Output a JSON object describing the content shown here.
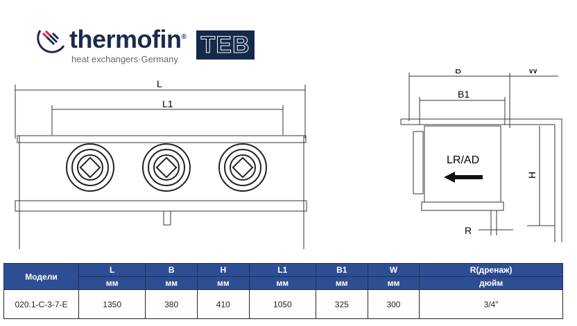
{
  "brand": {
    "name": "thermofin",
    "registered": "®",
    "tagline": "heat exchangers·Germany",
    "partner_logo": "TEB"
  },
  "drawing": {
    "front_labels": {
      "L": "L",
      "L1": "L1"
    },
    "side_labels": {
      "B": "B",
      "B1": "B1",
      "W": "W",
      "H": "H",
      "R": "R",
      "airflow": "LR/AD"
    }
  },
  "table": {
    "headers": [
      "Модели",
      "L",
      "B",
      "H",
      "L1",
      "B1",
      "W",
      "R(дренаж)"
    ],
    "units": [
      "",
      "мм",
      "мм",
      "мм",
      "мм",
      "мм",
      "мм",
      "дюйм"
    ],
    "rows": [
      [
        "020.1-C-3-7-E",
        "1350",
        "380",
        "410",
        "1050",
        "325",
        "300",
        "3/4\""
      ]
    ]
  },
  "colors": {
    "header_bg": "#2e4e93",
    "logo_text": "#1d2a4d",
    "logo_accent": "#e31e3a"
  }
}
